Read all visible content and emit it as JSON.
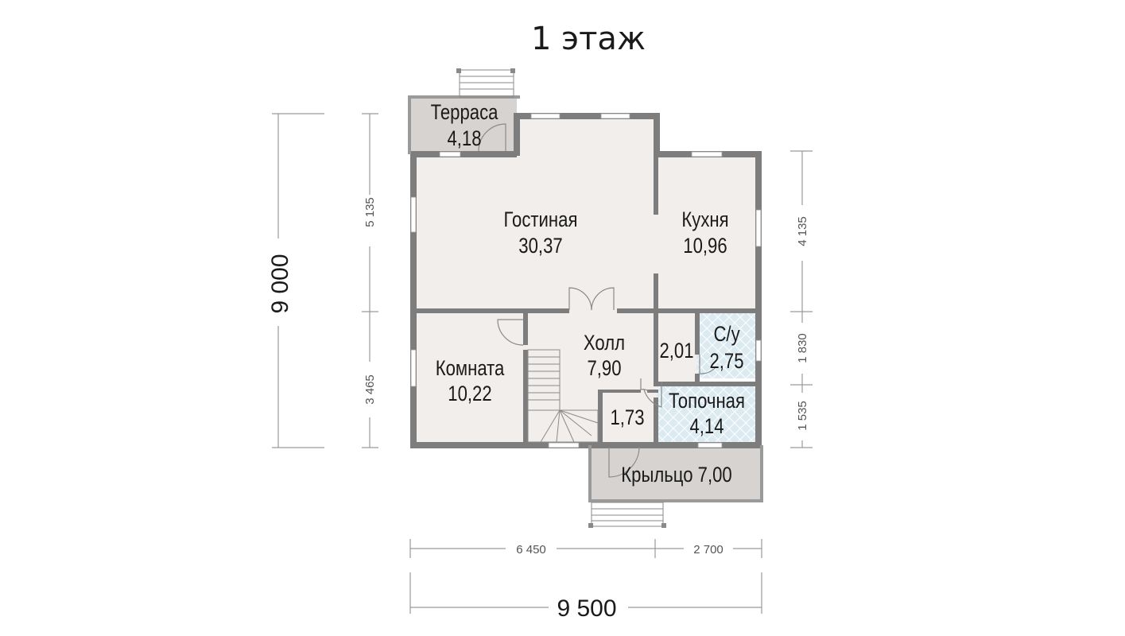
{
  "title": "1 этаж",
  "rooms": {
    "terrace": {
      "name": "Терраса",
      "area": "4,18"
    },
    "living": {
      "name": "Гостиная",
      "area": "30,37"
    },
    "kitchen": {
      "name": "Кухня",
      "area": "10,96"
    },
    "room": {
      "name": "Комната",
      "area": "10,22"
    },
    "hall": {
      "name": "Холл",
      "area": "7,90"
    },
    "wc": {
      "name": "С/у",
      "area": "2,75"
    },
    "corridor": {
      "area": "2,01"
    },
    "vestibule": {
      "area": "1,73"
    },
    "boiler": {
      "name": "Топочная",
      "area": "4,14"
    },
    "porch": {
      "name": "Крыльцо",
      "area": "7,00",
      "label": "Крыльцо 7,00"
    }
  },
  "dimensions": {
    "total_height": "9 000",
    "left_top": "5 135",
    "left_bottom": "3 465",
    "right_top": "4 135",
    "right_mid": "1 830",
    "right_bottom": "1 535",
    "bottom_left": "6 450",
    "bottom_right": "2 700",
    "total_width": "9 500"
  },
  "colors": {
    "wall": "#7d7d7d",
    "floor": "#f2eeeb",
    "terrace": "#d6d3d0",
    "tile": "#dcebf2"
  }
}
